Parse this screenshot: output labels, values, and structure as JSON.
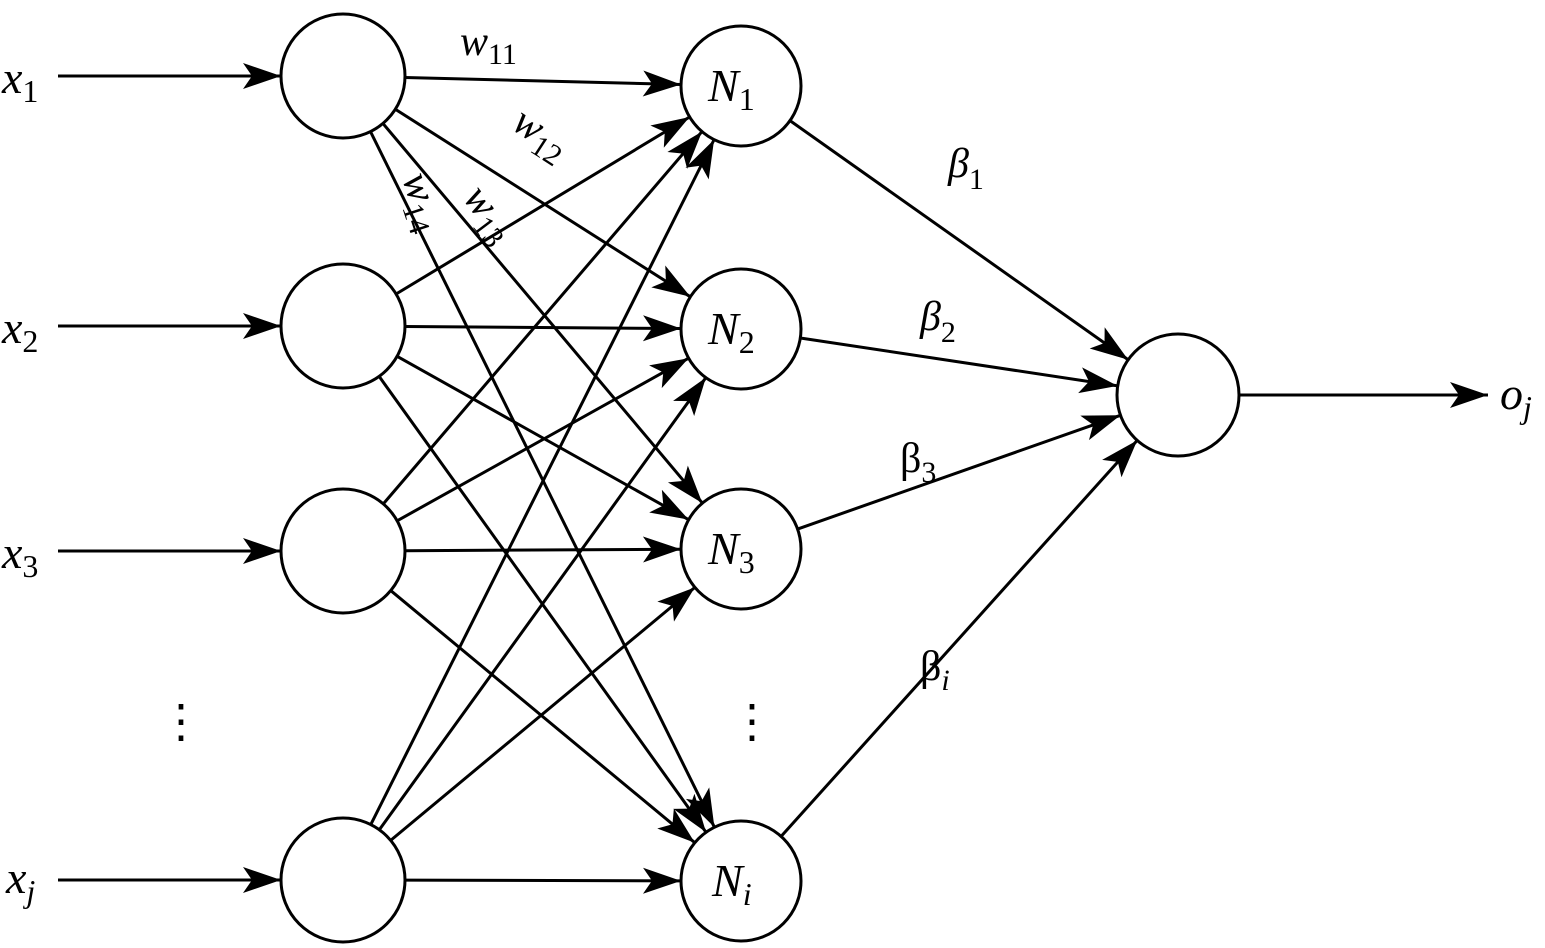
{
  "diagram": {
    "inputs": [
      {
        "base": "x",
        "sub": "1"
      },
      {
        "base": "x",
        "sub": "2"
      },
      {
        "base": "x",
        "sub": "3"
      },
      {
        "base": "x",
        "sub": "j"
      }
    ],
    "hidden": [
      {
        "base": "N",
        "sub": "1"
      },
      {
        "base": "N",
        "sub": "2"
      },
      {
        "base": "N",
        "sub": "3"
      },
      {
        "base": "N",
        "sub": "i"
      }
    ],
    "input_weights": [
      {
        "base": "w",
        "sub": "11"
      },
      {
        "base": "w",
        "sub": "12"
      },
      {
        "base": "w",
        "sub": "13"
      },
      {
        "base": "w",
        "sub": "14"
      }
    ],
    "output_weights": [
      {
        "base": "β",
        "sub": "1"
      },
      {
        "base": "β",
        "sub": "2"
      },
      {
        "base": "β",
        "sub": "3"
      },
      {
        "base": "β",
        "sub": "i"
      }
    ],
    "output": {
      "base": "o",
      "sub": "j"
    },
    "ellipsis": "⋮"
  },
  "colors": {
    "stroke": "#000000",
    "background": "#ffffff"
  }
}
